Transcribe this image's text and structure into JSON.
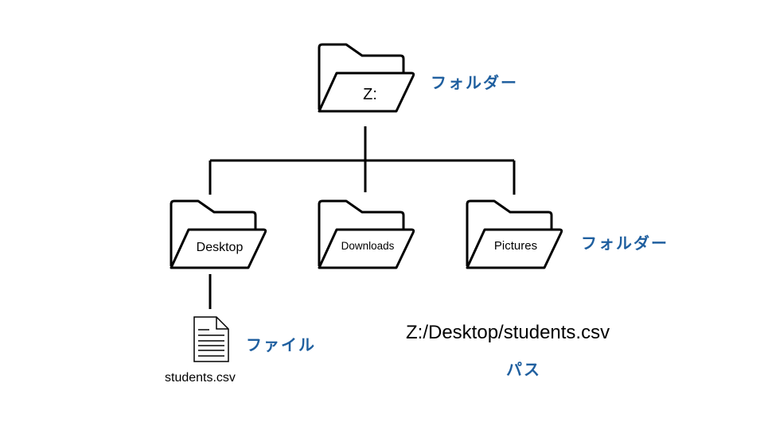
{
  "diagram": {
    "root": {
      "name": "Z:",
      "icon": "folder-icon",
      "type_label": "フォルダー"
    },
    "children": [
      {
        "name": "Desktop",
        "icon": "folder-icon"
      },
      {
        "name": "Downloads",
        "icon": "folder-icon"
      },
      {
        "name": "Pictures",
        "icon": "folder-icon",
        "type_label": "フォルダー"
      }
    ],
    "file": {
      "name": "students.csv",
      "icon": "document-icon",
      "type_label": "ファイル",
      "parent": "Desktop"
    },
    "path": {
      "value": "Z:/Desktop/students.csv",
      "label": "パス"
    }
  },
  "colors": {
    "accent": "#1f5f9f",
    "stroke": "#000000",
    "background": "#ffffff"
  }
}
